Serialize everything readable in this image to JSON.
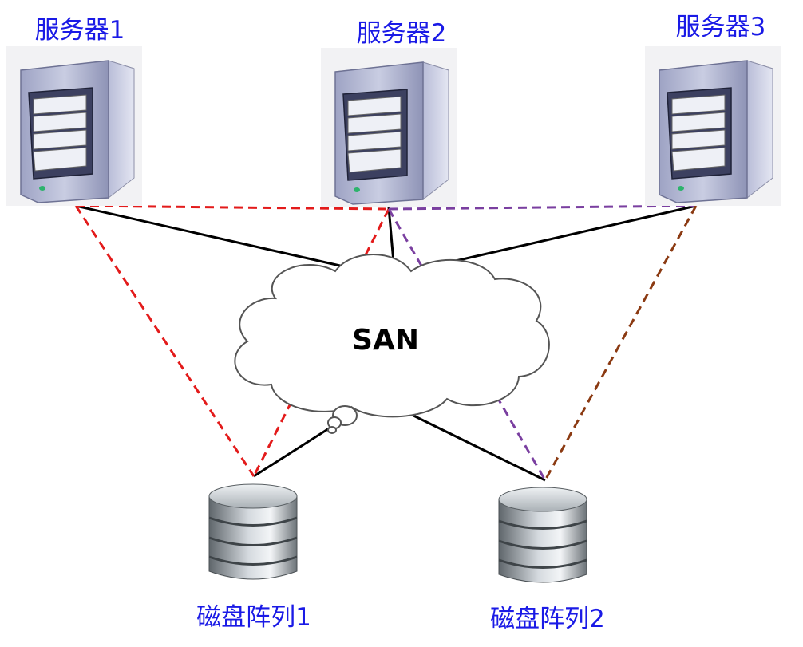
{
  "servers": [
    {
      "id": "server-1",
      "label": "服务器1"
    },
    {
      "id": "server-2",
      "label": "服务器2"
    },
    {
      "id": "server-3",
      "label": "服务器3"
    }
  ],
  "storage": [
    {
      "id": "disk-array-1",
      "label": "磁盘阵列1"
    },
    {
      "id": "disk-array-2",
      "label": "磁盘阵列2"
    }
  ],
  "network": {
    "label": "SAN"
  },
  "colors": {
    "server_label": "#1a1ae6",
    "storage_label": "#1a1ae6",
    "san_solid": "#000000",
    "path_red": "#e31b1b",
    "path_purple": "#7a3fa0",
    "path_brown": "#8b3a12",
    "cloud_fill": "#ffffff",
    "cloud_stroke": "#555555"
  }
}
